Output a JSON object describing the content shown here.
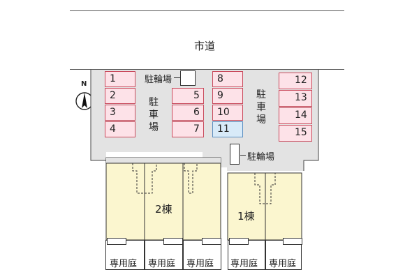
{
  "road": {
    "label": "市道"
  },
  "compass": {
    "label": "N",
    "icon": "north-arrow-icon"
  },
  "parking": {
    "left_label": "駐\n車\n場",
    "right_label": "駐\n車\n場",
    "stalls_col1": [
      "1",
      "2",
      "3",
      "4"
    ],
    "stalls_col2": [
      "5",
      "6",
      "7"
    ],
    "stalls_col3": [
      "8",
      "9",
      "10",
      "11"
    ],
    "stalls_col4": [
      "12",
      "13",
      "14",
      "15"
    ]
  },
  "bike_parking": {
    "top_label": "駐輪場",
    "right_label": "駐輪場"
  },
  "buildings": {
    "b2": "2棟",
    "b1": "1棟"
  },
  "gardens": [
    "専用庭",
    "専用庭",
    "専用庭",
    "専用庭",
    "専用庭"
  ]
}
